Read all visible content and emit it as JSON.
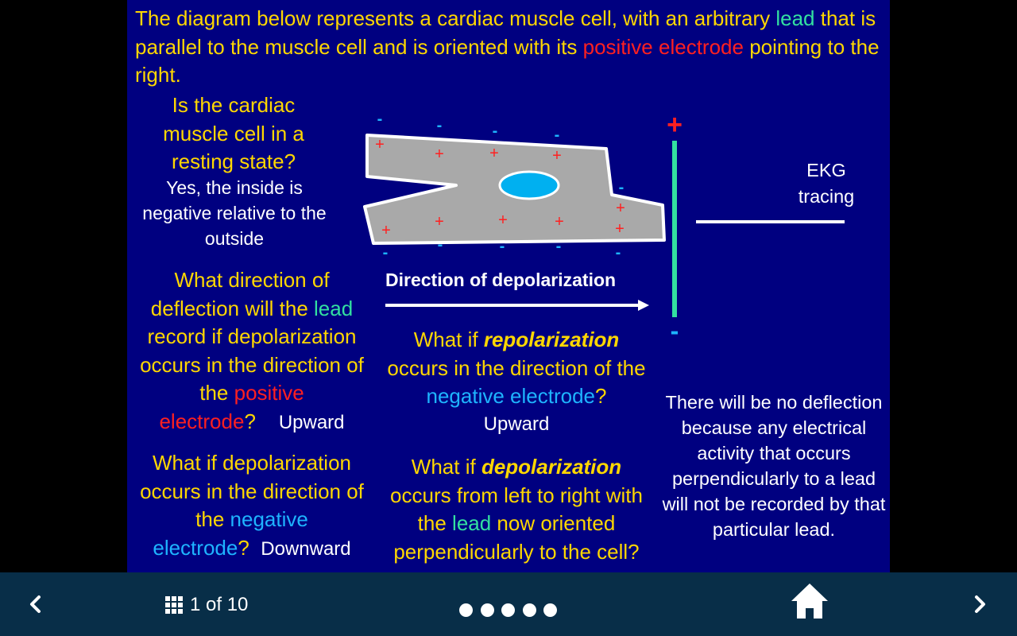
{
  "slide": {
    "intro": {
      "p1": "The diagram below represents a cardiac muscle cell, with an arbitrary",
      "lead": "lead",
      "p2": " that is parallel to the muscle cell and is oriented with its ",
      "positive": "positive",
      "electrode": "electrode",
      "p3": " pointing to the right."
    },
    "q_resting": "Is the cardiac muscle cell in a resting state?",
    "a_resting": "Yes, the inside is negative relative to the outside",
    "q_depol_positive": {
      "p1": "What direction of deflection will the ",
      "lead": "lead",
      "p2": " record if depolarization occurs in the direction of the ",
      "positive_electrode": "positive electrode",
      "p3": "?",
      "answer": "Upward"
    },
    "q_depol_negative": {
      "p1": "What if depolarization occurs in the direction of the ",
      "negative_electrode": "negative electrode",
      "p2": "?",
      "answer": "Downward"
    },
    "q_repol": {
      "p1": "What if ",
      "emph": "repolarization",
      "p2": " occurs in the direction of the ",
      "negative_electrode": "negative electrode",
      "p3": "?",
      "answer": "Upward"
    },
    "q_perp": {
      "p1": "What if ",
      "emph": "depolarization",
      "p2": " occurs from left to right with the ",
      "lead": "lead",
      "p3": " now oriented perpendicularly to the cell?"
    },
    "a_perp": "There will be no deflection because any electrical activity that occurs perpendicularly to a lead will not be recorded by that particular lead.",
    "ekg_label": "EKG tracing",
    "direction_label": "Direction of depolarization",
    "electrode_plus": "+",
    "electrode_minus": "-",
    "charge_plus": "+",
    "charge_minus": "-"
  },
  "nav": {
    "page": "1 of 10",
    "icons": {
      "prev": "chevron-left-icon",
      "grid": "grid-icon",
      "home": "home-icon",
      "next": "chevron-right-icon"
    },
    "dots_count": 5
  },
  "colors": {
    "slide_bg": "#000080",
    "text_yellow": "#FFD700",
    "lead_green": "#33E0A0",
    "positive_red": "#FF2020",
    "negative_blue": "#1EB4FF",
    "cell_gray": "#A9A9A9",
    "nav_bg": "#082E48"
  }
}
